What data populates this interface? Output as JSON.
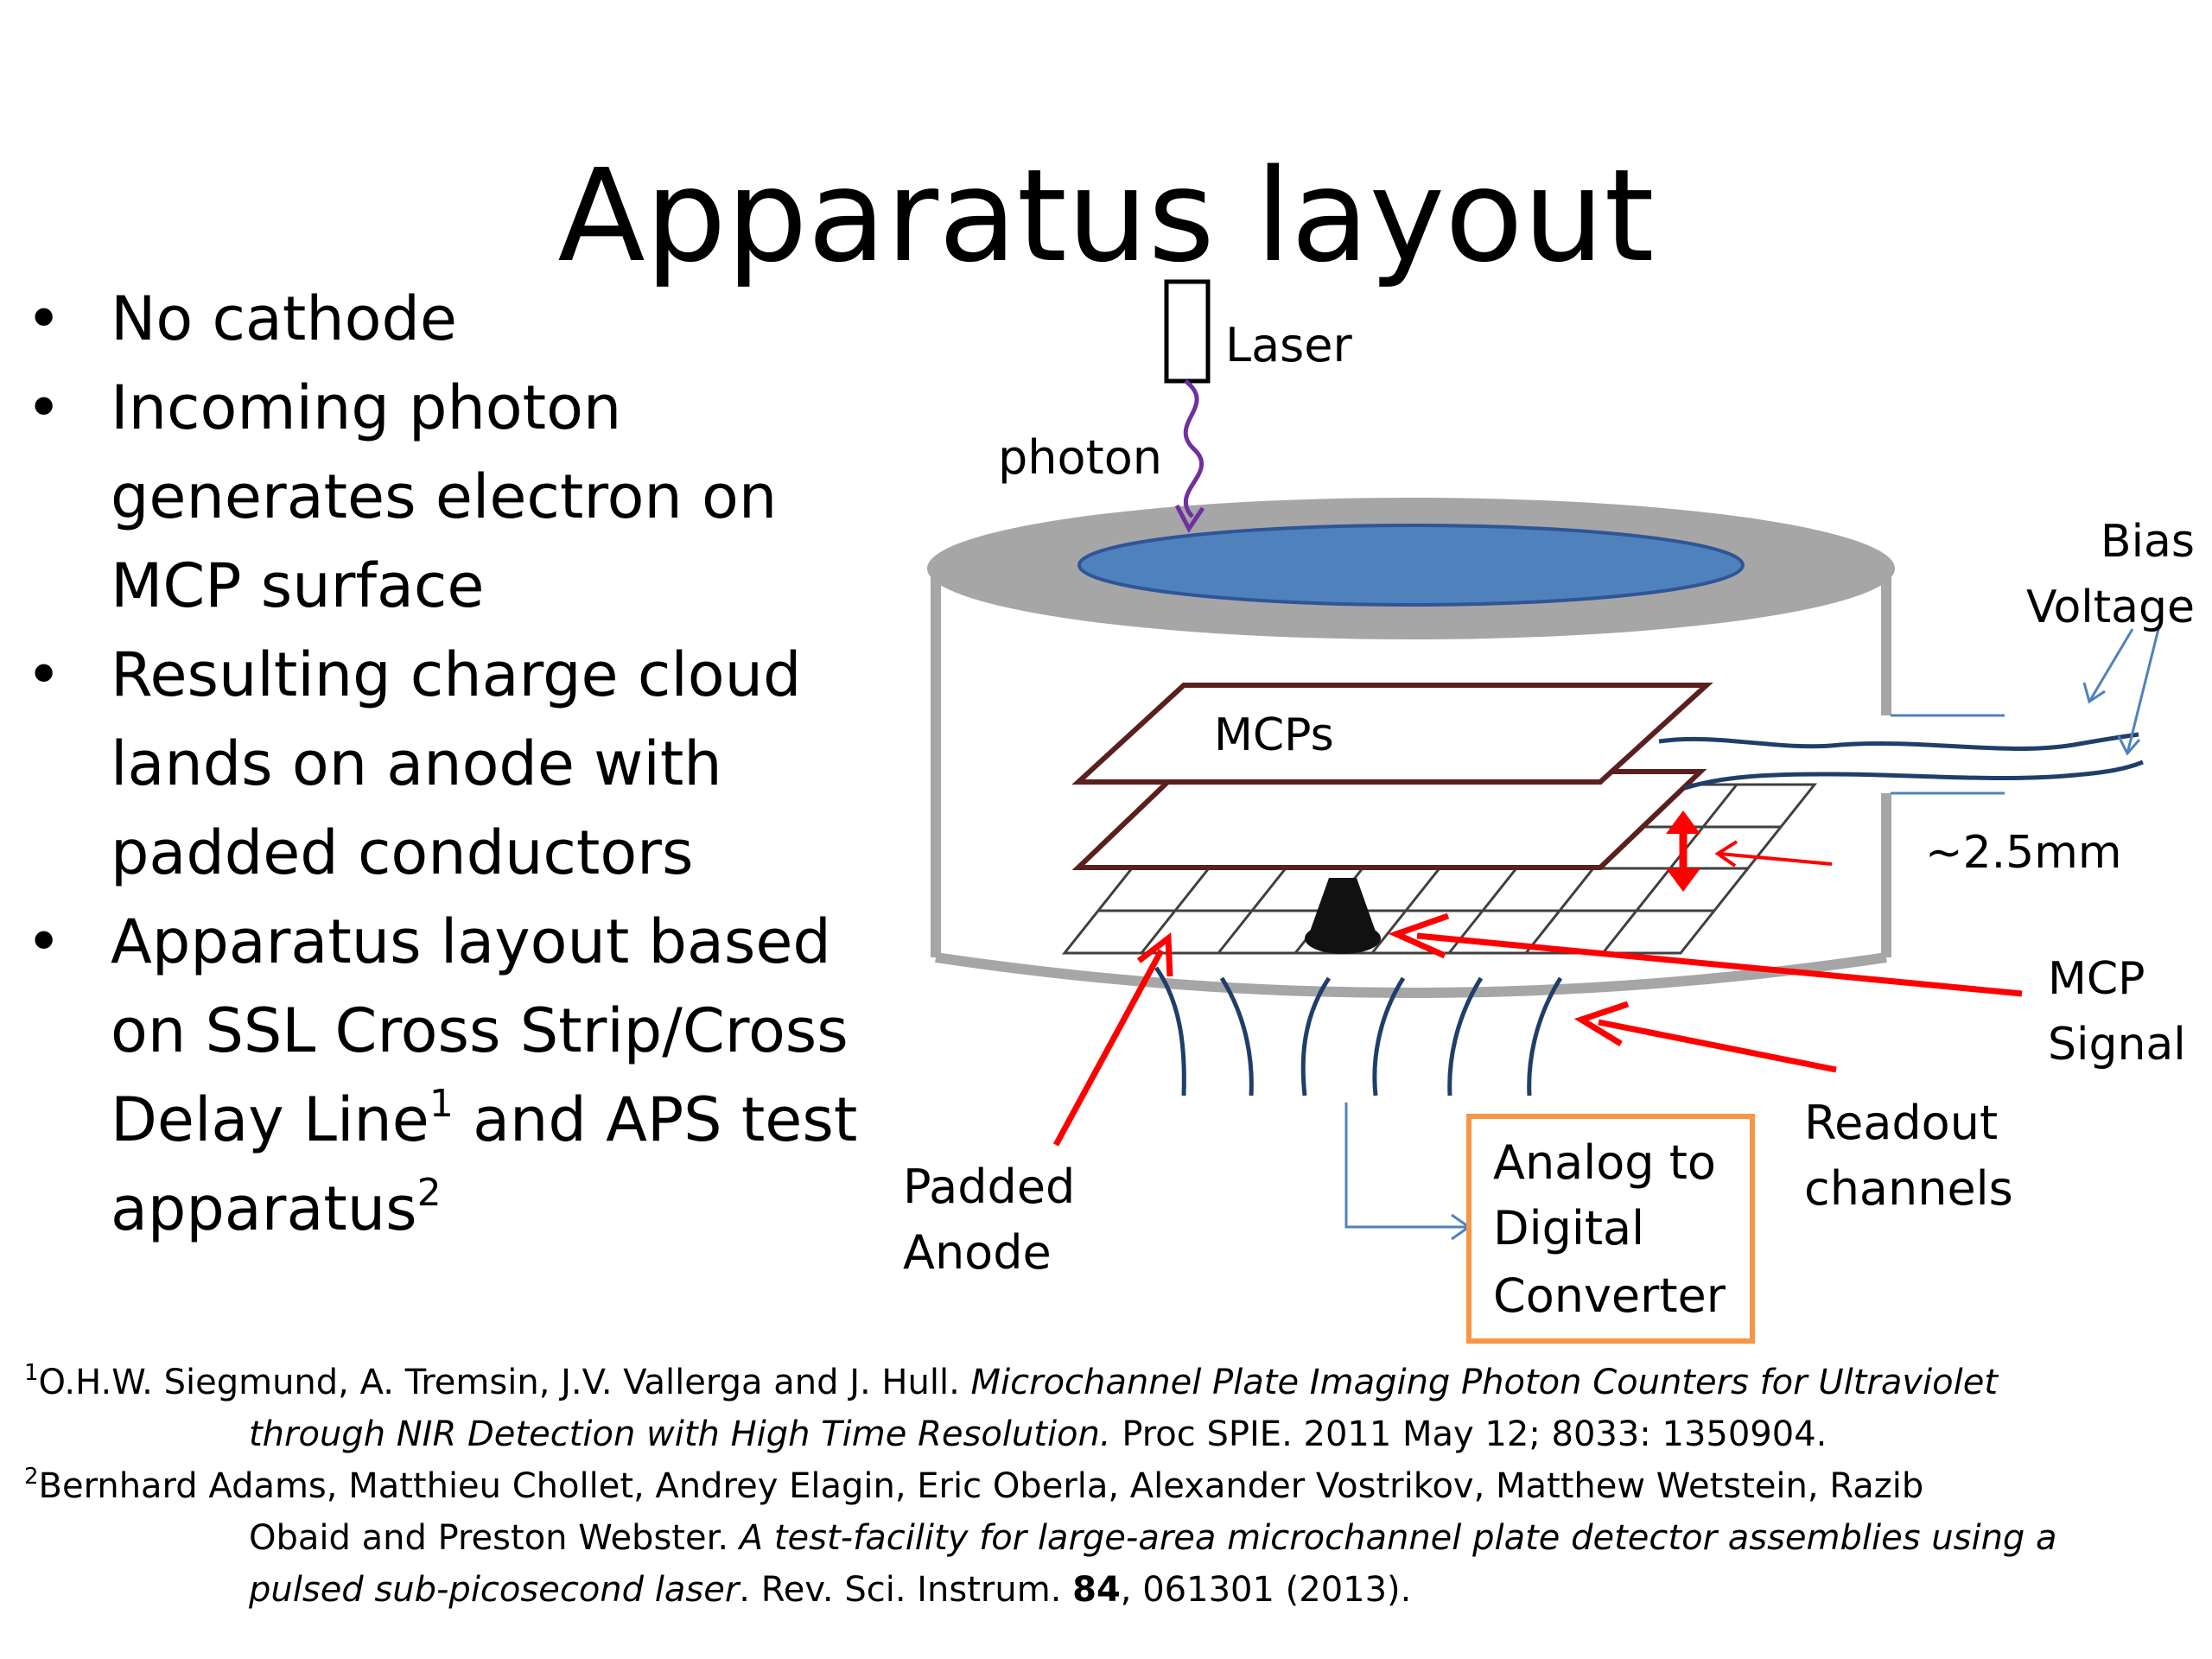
{
  "title": "Apparatus layout",
  "bullets": [
    {
      "text": "No cathode"
    },
    {
      "text": "Incoming photon generates electron on MCP surface"
    },
    {
      "text": "Resulting charge cloud lands on anode with padded conductors"
    },
    {
      "text_a": "Apparatus layout based on SSL Cross Strip/Cross Delay Line",
      "sup_a": "1",
      "text_b": " and APS test apparatus",
      "sup_b": "2"
    }
  ],
  "diagram": {
    "laser": "Laser",
    "photon": "photon",
    "bias_line1": "Bias",
    "bias_line2": "Voltage",
    "mcps": "MCPs",
    "gap": "~2.5mm",
    "mcp_signal_line1": "MCP",
    "mcp_signal_line2": "Signal",
    "readout_line1": "Readout",
    "readout_line2": "channels",
    "anode_line1": "Padded",
    "anode_line2": "Anode",
    "adc_line1": "Analog to",
    "adc_line2": "Digital",
    "adc_line3": "Converter",
    "colors": {
      "window": "#4f81bd",
      "rim": "#a6a6a6",
      "mcp_plate": "#5a1f1f",
      "arrow": "#ff0000",
      "photon": "#7030a0",
      "wire": "#1f3f6a",
      "adc_border": "#f79646"
    }
  },
  "references": [
    {
      "num": "1",
      "authors": "O.H.W. Siegmund, A. Tremsin, J.V. Vallerga and J. Hull. ",
      "title_part1": "Microchannel Plate Imaging Photon Counters for Ultraviolet",
      "title_part2": "through NIR Detection with High Time Resolution.",
      "journal": " Proc SPIE. 2011 May 12; 8033: 1350904."
    },
    {
      "num": "2",
      "authors_part1": "Bernhard Adams, Matthieu Chollet, Andrey Elagin, Eric Oberla, Alexander Vostrikov, Matthew Wetstein, Razib",
      "authors_part2": "Obaid and Preston Webster. ",
      "title_part1": "A test-facility for large-area microchannel plate detector assemblies using a",
      "title_part2": "pulsed sub-picosecond laser",
      "journal_a": ". Rev. Sci. Instrum. ",
      "volume": "84",
      "journal_b": ", 061301 (2013)."
    }
  ]
}
